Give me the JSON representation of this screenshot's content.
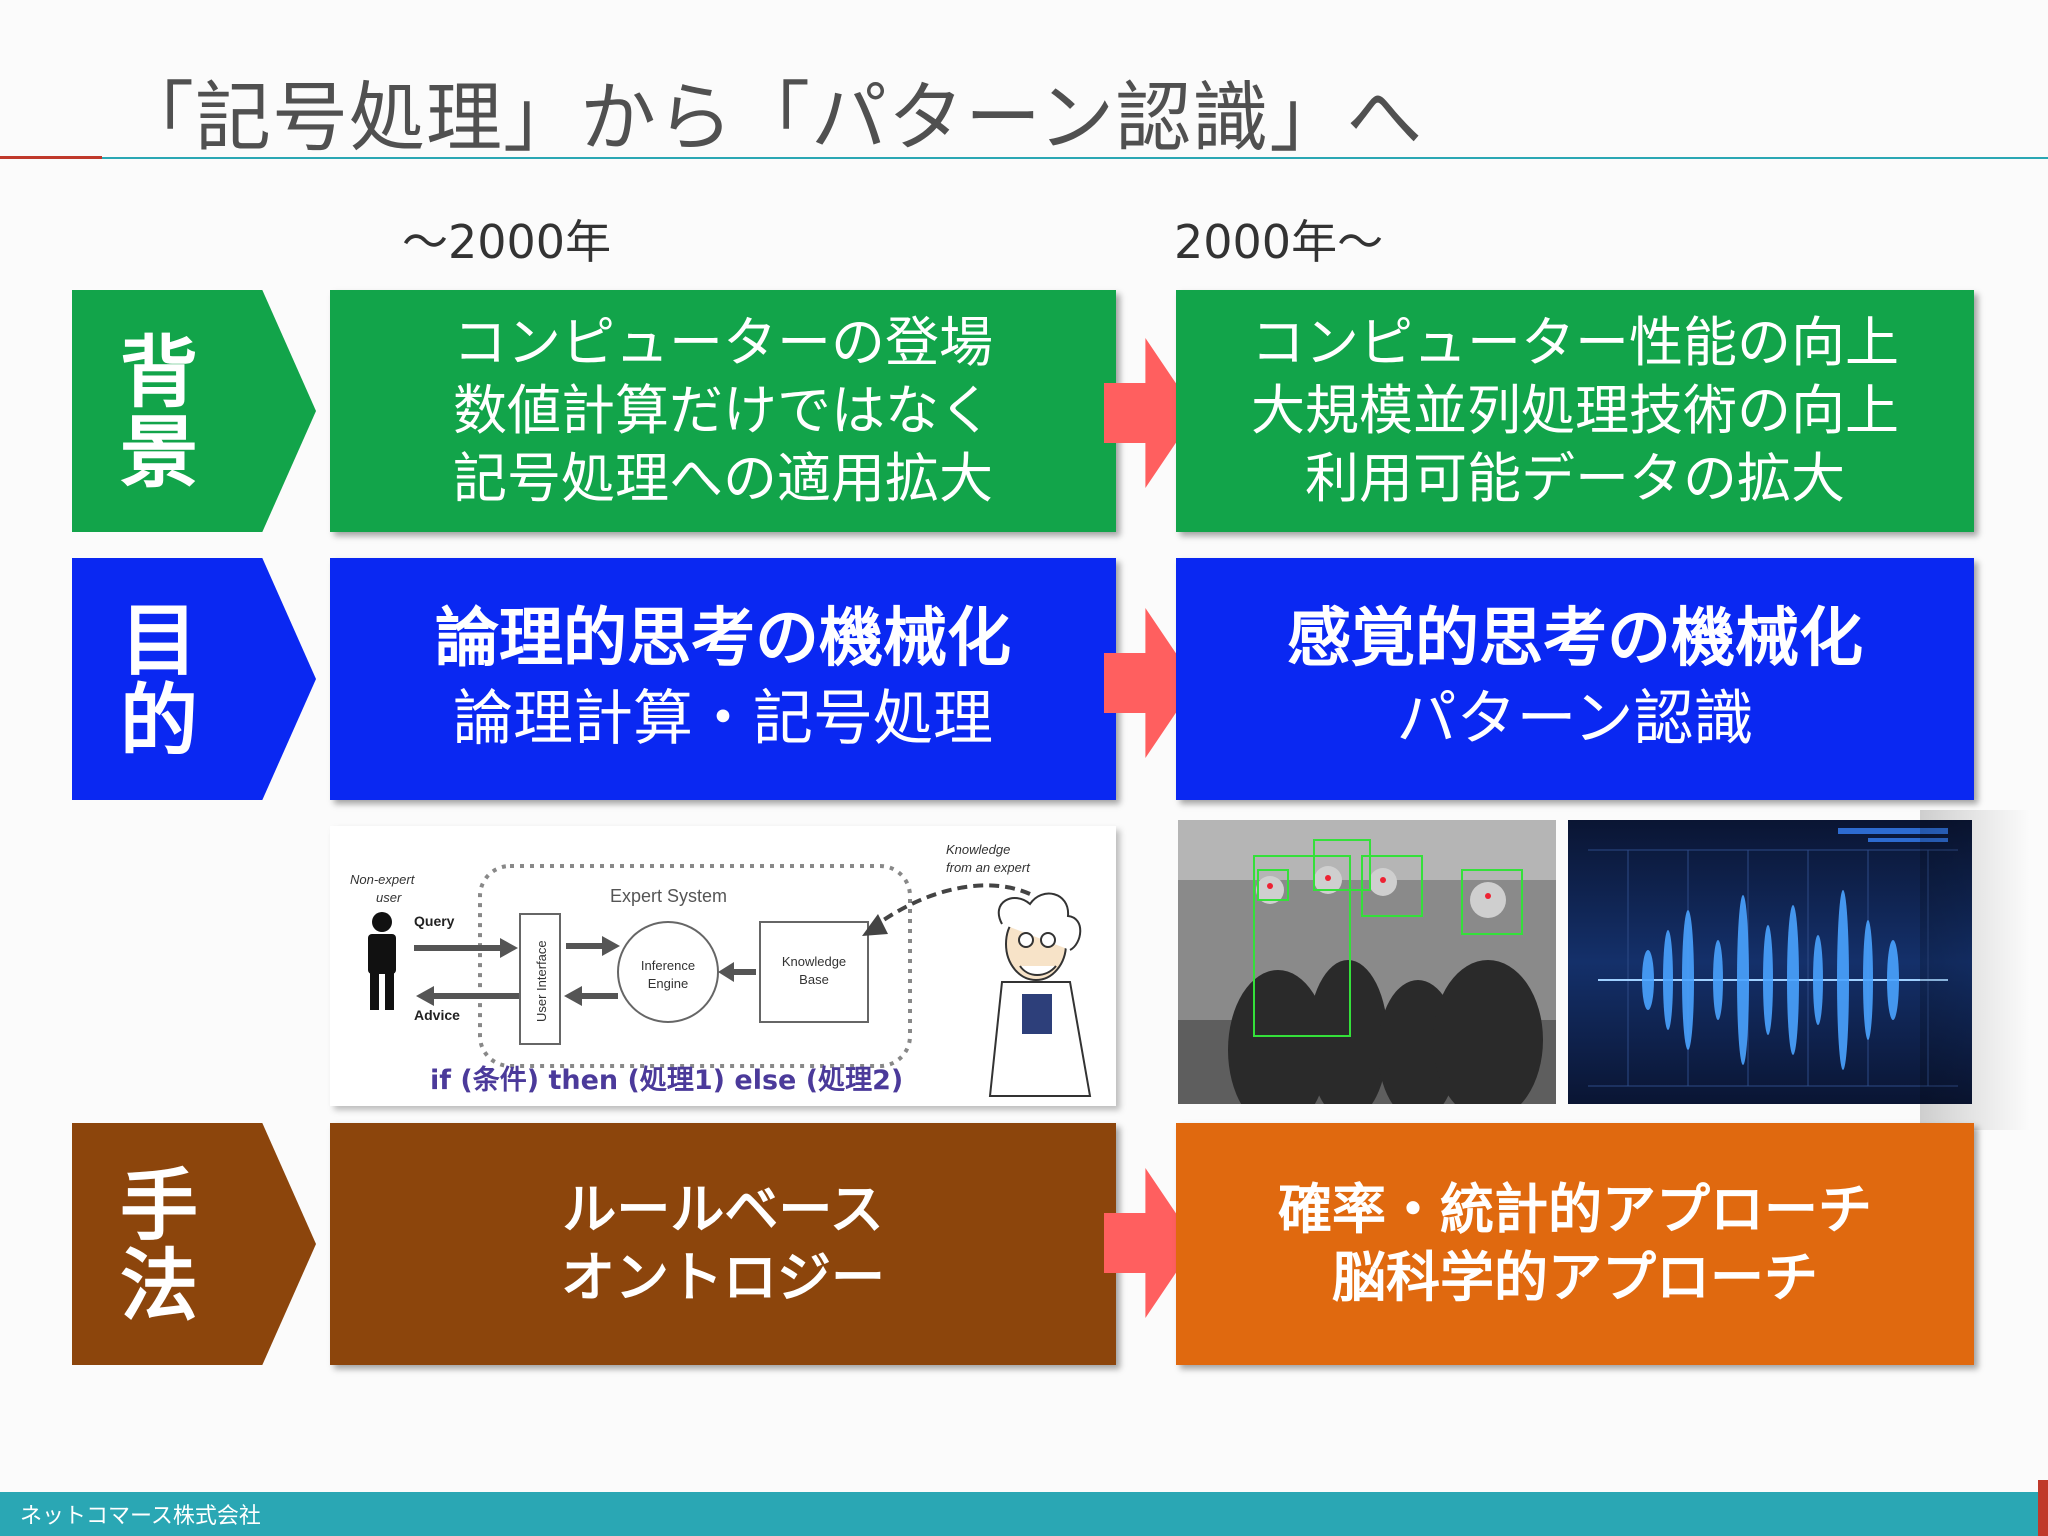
{
  "title": "「記号処理」から「パターン認識」へ",
  "era": {
    "left": "～2000年",
    "right": "2000年～"
  },
  "rows": {
    "background": {
      "label": "背景",
      "left_lines": [
        "コンピューターの登場",
        "数値計算だけではなく",
        "記号処理への適用拡大"
      ],
      "right_lines": [
        "コンピューター性能の向上",
        "大規模並列処理技術の向上",
        "利用可能データの拡大"
      ]
    },
    "purpose": {
      "label": "目的",
      "left_lines": [
        "論理的思考の機械化",
        "論理計算・記号処理"
      ],
      "right_lines": [
        "感覚的思考の機械化",
        "パターン認識"
      ]
    },
    "method": {
      "label": "手法",
      "left_lines": [
        "ルールベース",
        "オントロジー"
      ],
      "right_lines": [
        "確率・統計的アプローチ",
        "脳科学的アプローチ"
      ]
    }
  },
  "expert_diagram": {
    "user_label_1": "Non-expert",
    "user_label_2": "user",
    "system_label": "Expert System",
    "query": "Query",
    "advice": "Advice",
    "user_interface": "User Interface",
    "inference_1": "Inference",
    "inference_2": "Engine",
    "knowledge_1": "Knowledge",
    "knowledge_2": "Base",
    "expert_1": "Knowledge",
    "expert_2": "from an expert",
    "caption": "if (条件) then (処理1) else (処理2)"
  },
  "footer": "ネットコマース株式会社",
  "colors": {
    "green": "#12a44a",
    "blue": "#0a28f2",
    "brown": "#8c450c",
    "orange": "#e0690f",
    "arrow": "#ff5f5f",
    "accent_teal": "#2aa7b4",
    "accent_red": "#c0392b"
  }
}
